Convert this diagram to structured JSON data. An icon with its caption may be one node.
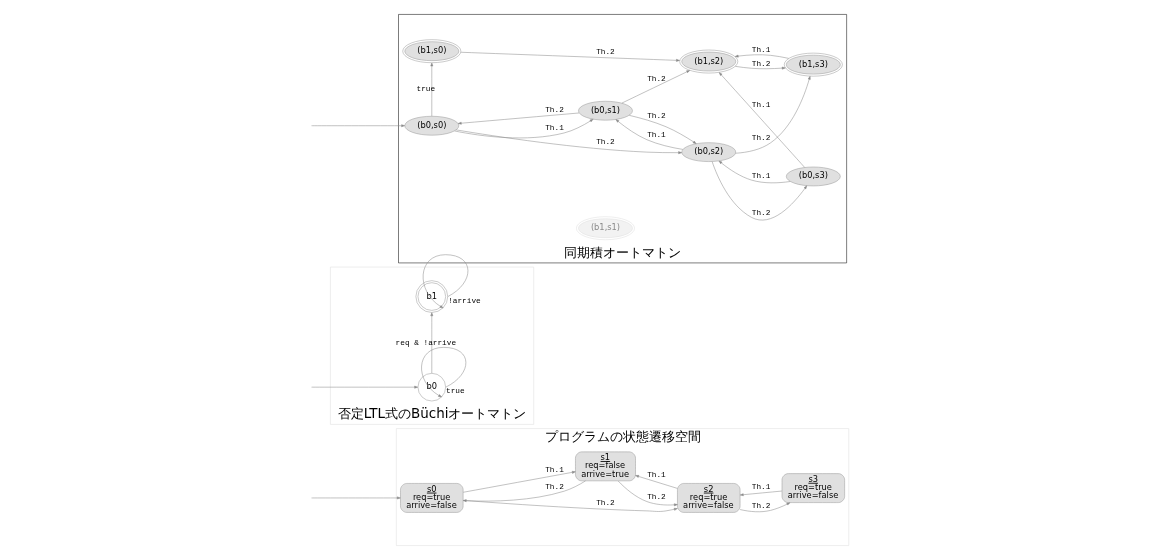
{
  "diagram": {
    "nodes": [
      {
        "text": [
          "プログラムの状態遷移空間"
        ]
      },
      {
        "text": [
          "s0",
          "req=true",
          "arrive=false"
        ],
        "in": 0
      },
      {
        "text": [
          "s1",
          "req=false",
          "arrive=true"
        ],
        "in": 0
      },
      {
        "text": [
          "s2",
          "req=true",
          "arrive=false"
        ],
        "in": 0
      },
      {
        "text": [
          "s3",
          "req=true",
          "arrive=false"
        ],
        "in": 0
      },
      {
        "text": [
          "否定LTL式のBüchiオートマトン"
        ]
      },
      {
        "text": [
          "b0"
        ],
        "in": 5
      },
      {
        "text": [
          "b1"
        ],
        "in": 5
      },
      {
        "text": [
          "同期積オートマトン"
        ]
      },
      {
        "text": [
          "(b0,s0)"
        ],
        "in": 8
      },
      {
        "text": [
          "(b0,s1)"
        ],
        "in": 8
      },
      {
        "text": [
          "(b0,s2)"
        ],
        "in": 8
      },
      {
        "text": [
          "(b0,s3)"
        ],
        "in": 8
      },
      {
        "text": [
          "(b1,s0)"
        ],
        "in": 8
      },
      {
        "text": [
          "(b1,s1)"
        ],
        "in": 8
      },
      {
        "text": [
          "(b1,s2)"
        ],
        "in": 8
      },
      {
        "text": [
          "(b1,s3)"
        ],
        "in": 8
      }
    ],
    "edges": [
      {
        "from": null,
        "to": 1,
        "arrow": "to"
      },
      {
        "from": 1,
        "to": 2,
        "arrow": "to",
        "label": "Th.1"
      },
      {
        "from": 2,
        "to": 1,
        "arrow": "to",
        "label": "Th.2"
      },
      {
        "from": 1,
        "to": 3,
        "arrow": "to",
        "label": "Th.2"
      },
      {
        "from": 2,
        "to": 3,
        "arrow": "to",
        "label": "Th.2"
      },
      {
        "from": 3,
        "to": 2,
        "arrow": "to",
        "label": "Th.1"
      },
      {
        "from": 3,
        "to": 4,
        "arrow": "to",
        "label": "Th.2"
      },
      {
        "from": 4,
        "to": 3,
        "arrow": "to",
        "label": "Th.1"
      },
      {
        "from": null,
        "to": 6,
        "arrow": "to"
      },
      {
        "from": 6,
        "to": 6,
        "arrow": "to",
        "label": "true"
      },
      {
        "from": 6,
        "to": 7,
        "arrow": "to",
        "label": "req & !arrive"
      },
      {
        "from": 7,
        "to": 7,
        "arrow": "to",
        "label": "!arrive"
      },
      {
        "from": null,
        "to": 9,
        "arrow": "to"
      },
      {
        "from": 9,
        "to": 10,
        "arrow": "to",
        "label": "Th.1"
      },
      {
        "from": 10,
        "to": 9,
        "arrow": "to",
        "label": "Th.2"
      },
      {
        "from": 9,
        "to": 11,
        "arrow": "to",
        "label": "Th.2"
      },
      {
        "from": 10,
        "to": 11,
        "arrow": "to",
        "label": "Th.2"
      },
      {
        "from": 11,
        "to": 10,
        "arrow": "to",
        "label": "Th.1"
      },
      {
        "from": 11,
        "to": 12,
        "arrow": "to",
        "label": "Th.2"
      },
      {
        "from": 12,
        "to": 11,
        "arrow": "to",
        "label": "Th.1"
      },
      {
        "from": 9,
        "to": 13,
        "arrow": "to",
        "label": "true"
      },
      {
        "from": 10,
        "to": 15,
        "arrow": "to",
        "label": "Th.2"
      },
      {
        "from": 11,
        "to": 16,
        "arrow": "to",
        "label": "Th.2"
      },
      {
        "from": 12,
        "to": 15,
        "arrow": "to",
        "label": "Th.1"
      },
      {
        "from": 13,
        "to": 15,
        "arrow": "to",
        "label": "Th.2"
      },
      {
        "from": 15,
        "to": 16,
        "arrow": "to",
        "label": "Th.2"
      },
      {
        "from": 16,
        "to": 15,
        "arrow": "to",
        "label": "Th.1"
      }
    ]
  }
}
